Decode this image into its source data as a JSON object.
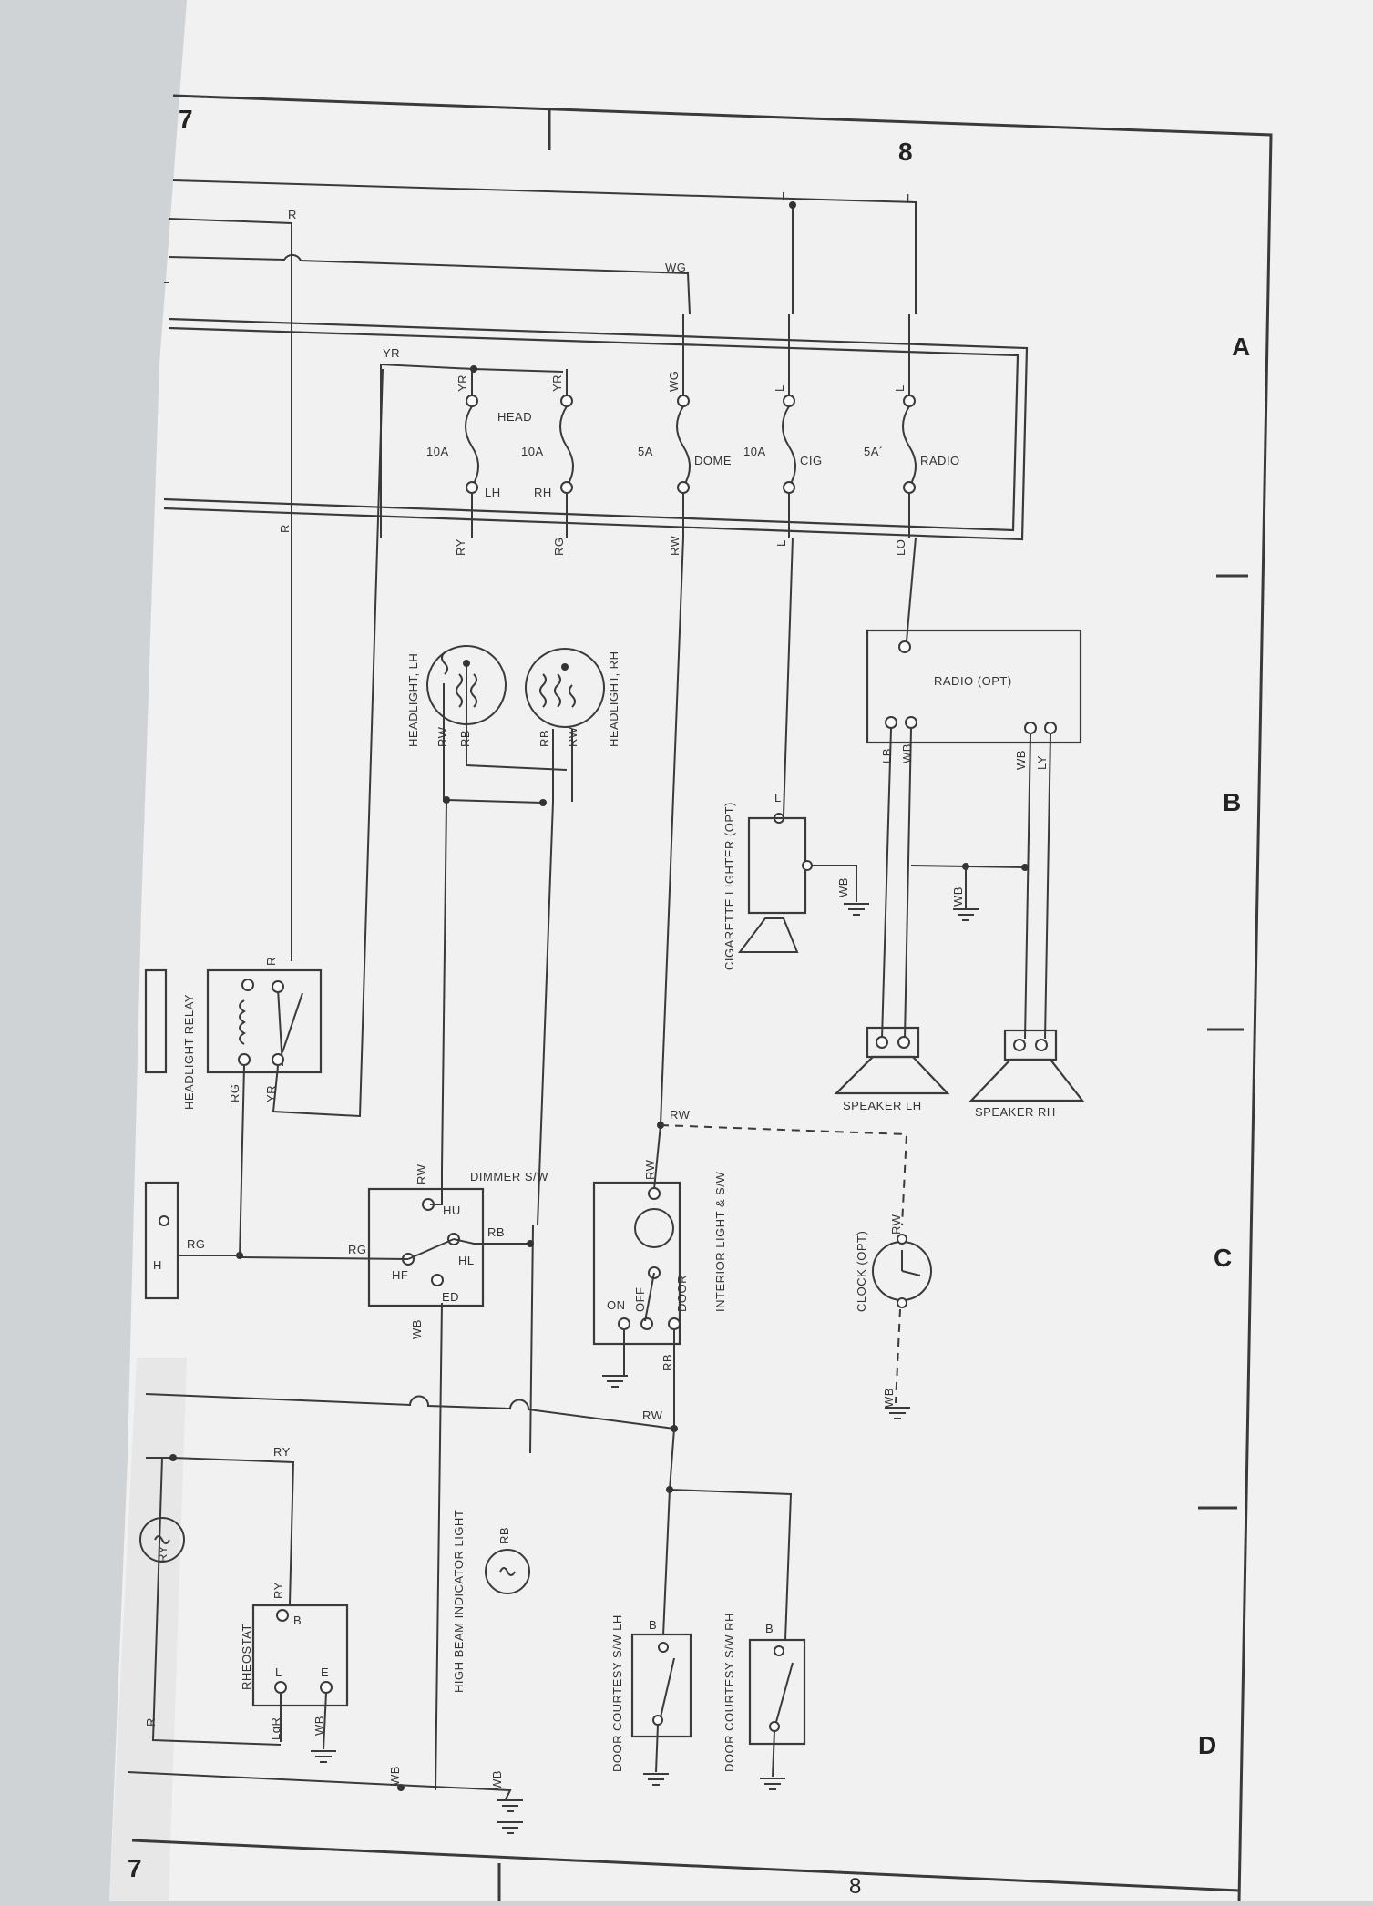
{
  "sheet": {
    "page_left_number": "7",
    "page_right_number": "8",
    "footer_number": "8",
    "bottom_left_number": "7"
  },
  "grid_labels": [
    "A",
    "B",
    "C",
    "D"
  ],
  "fusebox": {
    "fuses": [
      {
        "id": "head-lh",
        "amps": "10A",
        "in_wire": "YR",
        "out_label": "LH",
        "out_wire": "RY"
      },
      {
        "id": "head-rh",
        "amps": "10A",
        "in_wire": "YR",
        "out_label": "RH",
        "out_wire": "RG"
      },
      {
        "id": "dome",
        "amps": "5A",
        "name": "DOME",
        "in_wire": "WG",
        "out_wire": "RW"
      },
      {
        "id": "cig",
        "amps": "10A",
        "name": "CIG",
        "in_wire": "L",
        "out_wire": "L"
      },
      {
        "id": "radio",
        "amps": "5A´",
        "name": "RADIO",
        "in_wire": "L",
        "out_wire": "LO"
      }
    ],
    "head_label": "HEAD",
    "yr_feed": "YR"
  },
  "wires_top": {
    "r": "R",
    "wg": "WG",
    "l1": "L",
    "l2": "L"
  },
  "components": {
    "headlight_lh": "HEADLIGHT, LH",
    "headlight_rh": "HEADLIGHT, RH",
    "headlight_relay": "HEADLIGHT  RELAY",
    "dimmer": "DIMMER S/W",
    "interior": "INTERIOR LIGHT & S/W",
    "radio": "RADIO (OPT)",
    "cig_lighter": "CIGARETTE LIGHTER (OPT)",
    "speaker_lh": "SPEAKER LH",
    "speaker_rh": "SPEAKER RH",
    "clock": "CLOCK (OPT)",
    "high_beam": "HIGH BEAM INDICATOR LIGHT",
    "rheostat": "RHEOSTAT",
    "door_lh": "DOOR COURTESY S/W  LH",
    "door_rh": "DOOR COURTESY S/W  RH"
  },
  "terminals": {
    "hu": "HU",
    "hl": "HL",
    "hf": "HF",
    "ed": "ED",
    "on": "ON",
    "off": "OFF",
    "door": "DOOR",
    "b": "B",
    "l": "L",
    "e": "E"
  },
  "wire_codes": {
    "r": "R",
    "ry": "RY",
    "rg": "RG",
    "rw": "RW",
    "rb": "RB",
    "yr": "YR",
    "wb": "WB",
    "lb": "LB",
    "ly": "LY",
    "lgr": "LgR",
    "l": "L"
  }
}
